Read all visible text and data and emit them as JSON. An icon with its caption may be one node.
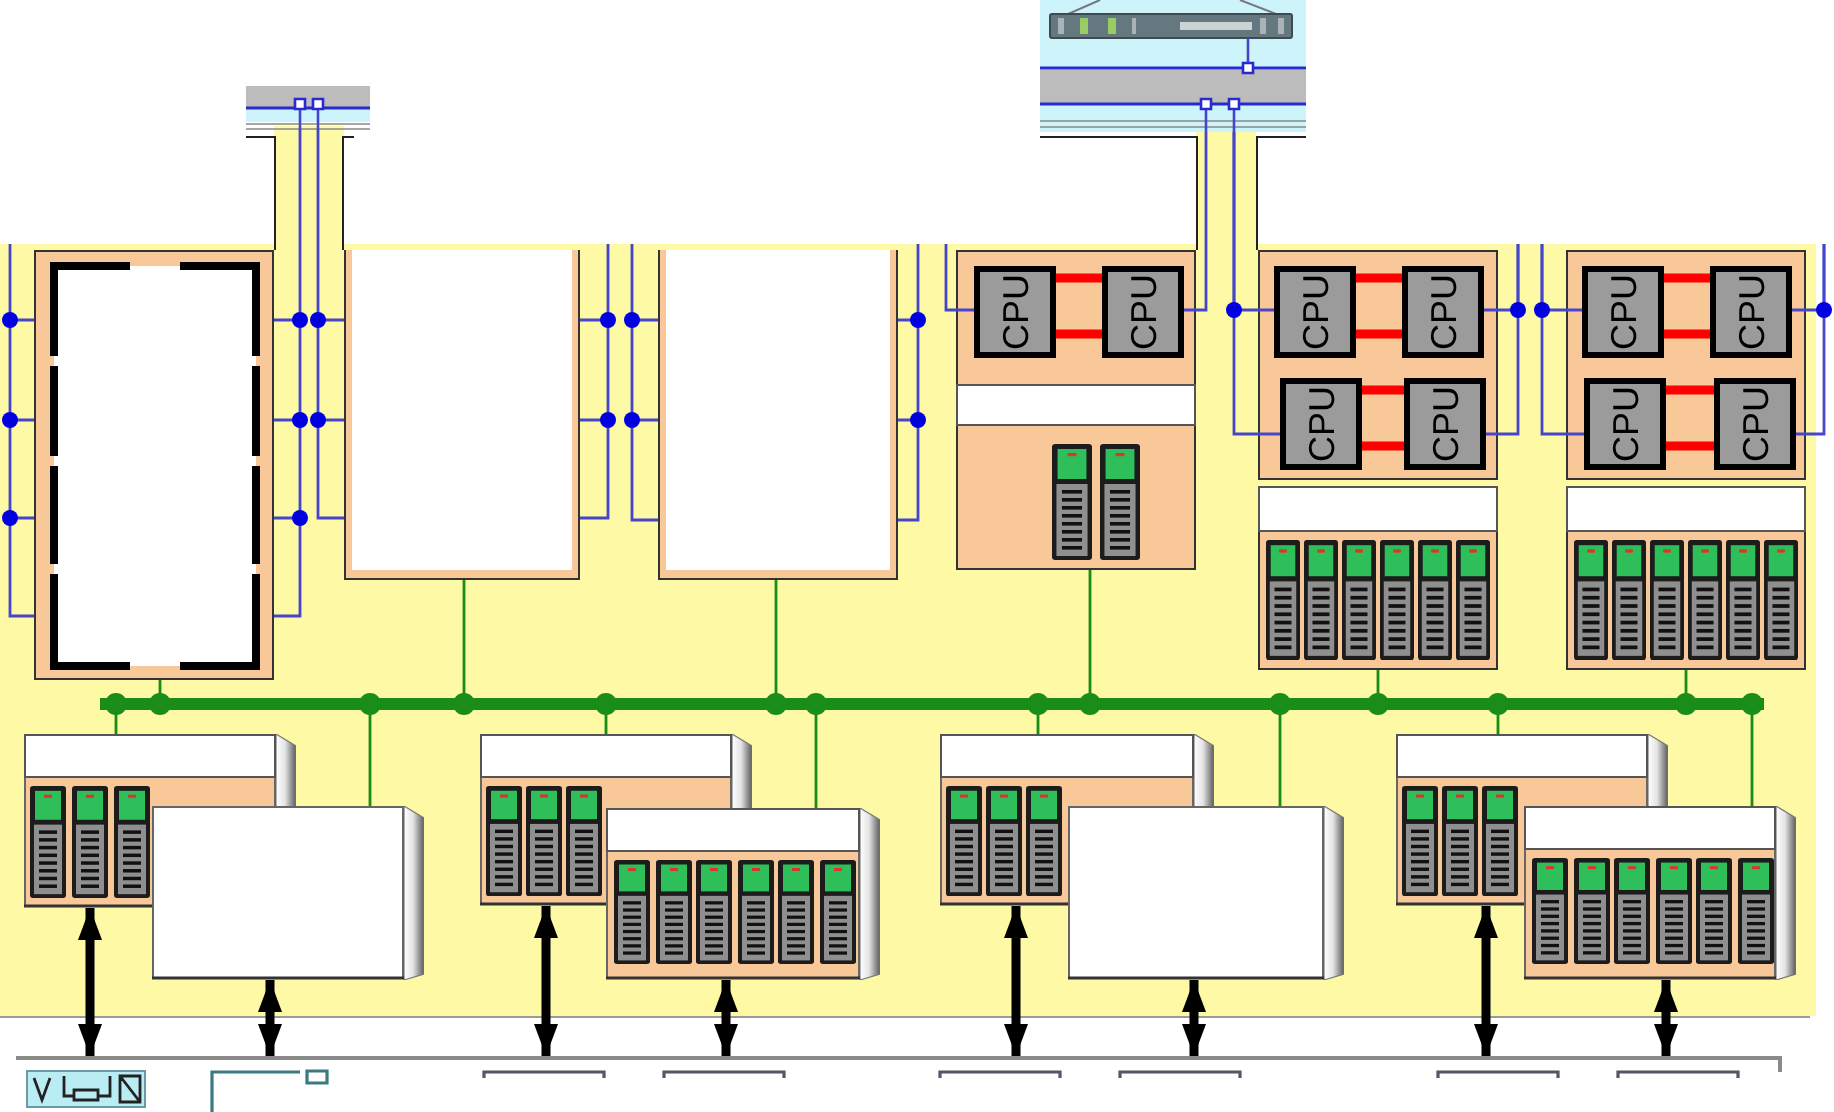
{
  "diagram": {
    "nodes": [
      {
        "text": [],
        "shape": "box"
      },
      {
        "text": [],
        "shape": "picture"
      },
      {
        "text": [],
        "shape": "box"
      },
      {
        "text": [],
        "shape": "box"
      },
      {
        "text": [],
        "shape": "box"
      },
      {
        "text": [],
        "shape": "box"
      },
      {
        "text": [
          "CPU"
        ],
        "in": 5
      },
      {
        "text": [
          "CPU"
        ],
        "in": 5
      },
      {
        "text": [],
        "shape": "box",
        "in": 5
      },
      {
        "text": [],
        "shape": "box"
      },
      {
        "text": [
          "CPU"
        ],
        "in": 9
      },
      {
        "text": [
          "CPU"
        ],
        "in": 9
      },
      {
        "text": [
          "CPU"
        ],
        "in": 9
      },
      {
        "text": [
          "CPU"
        ],
        "in": 9
      },
      {
        "text": [],
        "shape": "box"
      },
      {
        "text": [
          "CPU"
        ],
        "in": 14
      },
      {
        "text": [
          "CPU"
        ],
        "in": 14
      },
      {
        "text": [
          "CPU"
        ],
        "in": 14
      },
      {
        "text": [
          "CPU"
        ],
        "in": 14
      },
      {
        "text": [],
        "shape": "box"
      },
      {
        "text": [],
        "shape": "box"
      },
      {
        "text": [],
        "shape": "bar"
      },
      {
        "text": [],
        "shape": "box"
      },
      {
        "text": [],
        "shape": "box"
      },
      {
        "text": [],
        "shape": "box"
      },
      {
        "text": [],
        "shape": "box"
      },
      {
        "text": [],
        "shape": "box"
      },
      {
        "text": [],
        "shape": "box"
      },
      {
        "text": [],
        "shape": "box"
      },
      {
        "text": [],
        "shape": "box"
      },
      {
        "text": [],
        "shape": "bar"
      }
    ],
    "edges": [
      {
        "from": 6,
        "to": 7,
        "arrow": "none",
        "style": "thick",
        "color": "#ff0000"
      },
      {
        "from": 6,
        "to": 7,
        "arrow": "none",
        "style": "thick",
        "color": "#ff0000"
      },
      {
        "from": 10,
        "to": 11,
        "arrow": "none",
        "style": "thick",
        "color": "#ff0000"
      },
      {
        "from": 10,
        "to": 11,
        "arrow": "none",
        "style": "thick",
        "color": "#ff0000"
      },
      {
        "from": 12,
        "to": 13,
        "arrow": "none",
        "style": "thick",
        "color": "#ff0000"
      },
      {
        "from": 12,
        "to": 13,
        "arrow": "none",
        "style": "thick",
        "color": "#ff0000"
      },
      {
        "from": 15,
        "to": 16,
        "arrow": "none",
        "style": "thick",
        "color": "#ff0000"
      },
      {
        "from": 15,
        "to": 16,
        "arrow": "none",
        "style": "thick",
        "color": "#ff0000"
      },
      {
        "from": 17,
        "to": 18,
        "arrow": "none",
        "style": "thick",
        "color": "#ff0000"
      },
      {
        "from": 17,
        "to": 18,
        "arrow": "none",
        "style": "thick",
        "color": "#ff0000"
      },
      {
        "from": 2,
        "to": 21,
        "arrow": "other",
        "color": "#1a8c1a"
      },
      {
        "from": 3,
        "to": 21,
        "arrow": "other",
        "color": "#1a8c1a"
      },
      {
        "from": 4,
        "to": 21,
        "arrow": "other",
        "color": "#1a8c1a"
      },
      {
        "from": 5,
        "to": 21,
        "arrow": "other",
        "color": "#1a8c1a"
      },
      {
        "from": 19,
        "to": 21,
        "arrow": "other",
        "color": "#1a8c1a"
      },
      {
        "from": 20,
        "to": 21,
        "arrow": "other",
        "color": "#1a8c1a"
      },
      {
        "from": 22,
        "to": 21,
        "arrow": "other",
        "color": "#1a8c1a"
      },
      {
        "from": 23,
        "to": 21,
        "arrow": "other",
        "color": "#1a8c1a"
      },
      {
        "from": 24,
        "to": 21,
        "arrow": "other",
        "color": "#1a8c1a"
      },
      {
        "from": 25,
        "to": 21,
        "arrow": "other",
        "color": "#1a8c1a"
      },
      {
        "from": 26,
        "to": 21,
        "arrow": "other",
        "color": "#1a8c1a"
      },
      {
        "from": 27,
        "to": 21,
        "arrow": "other",
        "color": "#1a8c1a"
      },
      {
        "from": 28,
        "to": 21,
        "arrow": "other",
        "color": "#1a8c1a"
      },
      {
        "from": 29,
        "to": 21,
        "arrow": "other",
        "color": "#1a8c1a"
      },
      {
        "from": 22,
        "to": 30,
        "arrow": "both",
        "style": "thick",
        "color": "#000000"
      },
      {
        "from": 23,
        "to": 30,
        "arrow": "both",
        "style": "thick",
        "color": "#000000"
      },
      {
        "from": 24,
        "to": 30,
        "arrow": "both",
        "style": "thick",
        "color": "#000000"
      },
      {
        "from": 25,
        "to": 30,
        "arrow": "both",
        "style": "thick",
        "color": "#000000"
      },
      {
        "from": 26,
        "to": 30,
        "arrow": "both",
        "style": "thick",
        "color": "#000000"
      },
      {
        "from": 27,
        "to": 30,
        "arrow": "both",
        "style": "thick",
        "color": "#000000"
      },
      {
        "from": 28,
        "to": 30,
        "arrow": "both",
        "style": "thick",
        "color": "#000000"
      },
      {
        "from": 29,
        "to": 30,
        "arrow": "both",
        "style": "thick",
        "color": "#000000"
      },
      {
        "from": 0,
        "to": 2,
        "arrow": "none",
        "color": "#4646cc"
      },
      {
        "from": 0,
        "to": 3,
        "arrow": "none",
        "color": "#4646cc"
      },
      {
        "from": null,
        "to": 2,
        "arrow": "none",
        "color": "#4646cc"
      },
      {
        "from": null,
        "to": 3,
        "arrow": "none",
        "color": "#4646cc"
      },
      {
        "from": null,
        "to": 4,
        "arrow": "none",
        "color": "#4646cc"
      },
      {
        "from": null,
        "to": 4,
        "arrow": "none",
        "color": "#4646cc"
      },
      {
        "from": null,
        "to": 6,
        "arrow": "none",
        "color": "#4646cc"
      },
      {
        "from": 1,
        "to": 7,
        "arrow": "none",
        "color": "#4646cc"
      },
      {
        "from": 1,
        "to": 10,
        "arrow": "none",
        "color": "#4646cc"
      },
      {
        "from": 1,
        "to": 12,
        "arrow": "none",
        "color": "#4646cc"
      },
      {
        "from": null,
        "to": 11,
        "arrow": "none",
        "color": "#4646cc"
      },
      {
        "from": null,
        "to": 13,
        "arrow": "none",
        "color": "#4646cc"
      },
      {
        "from": null,
        "to": 15,
        "arrow": "none",
        "color": "#4646cc"
      },
      {
        "from": null,
        "to": 17,
        "arrow": "none",
        "color": "#4646cc"
      },
      {
        "from": null,
        "to": 16,
        "arrow": "none",
        "color": "#4646cc"
      },
      {
        "from": null,
        "to": 18,
        "arrow": "none",
        "color": "#4646cc"
      }
    ]
  }
}
